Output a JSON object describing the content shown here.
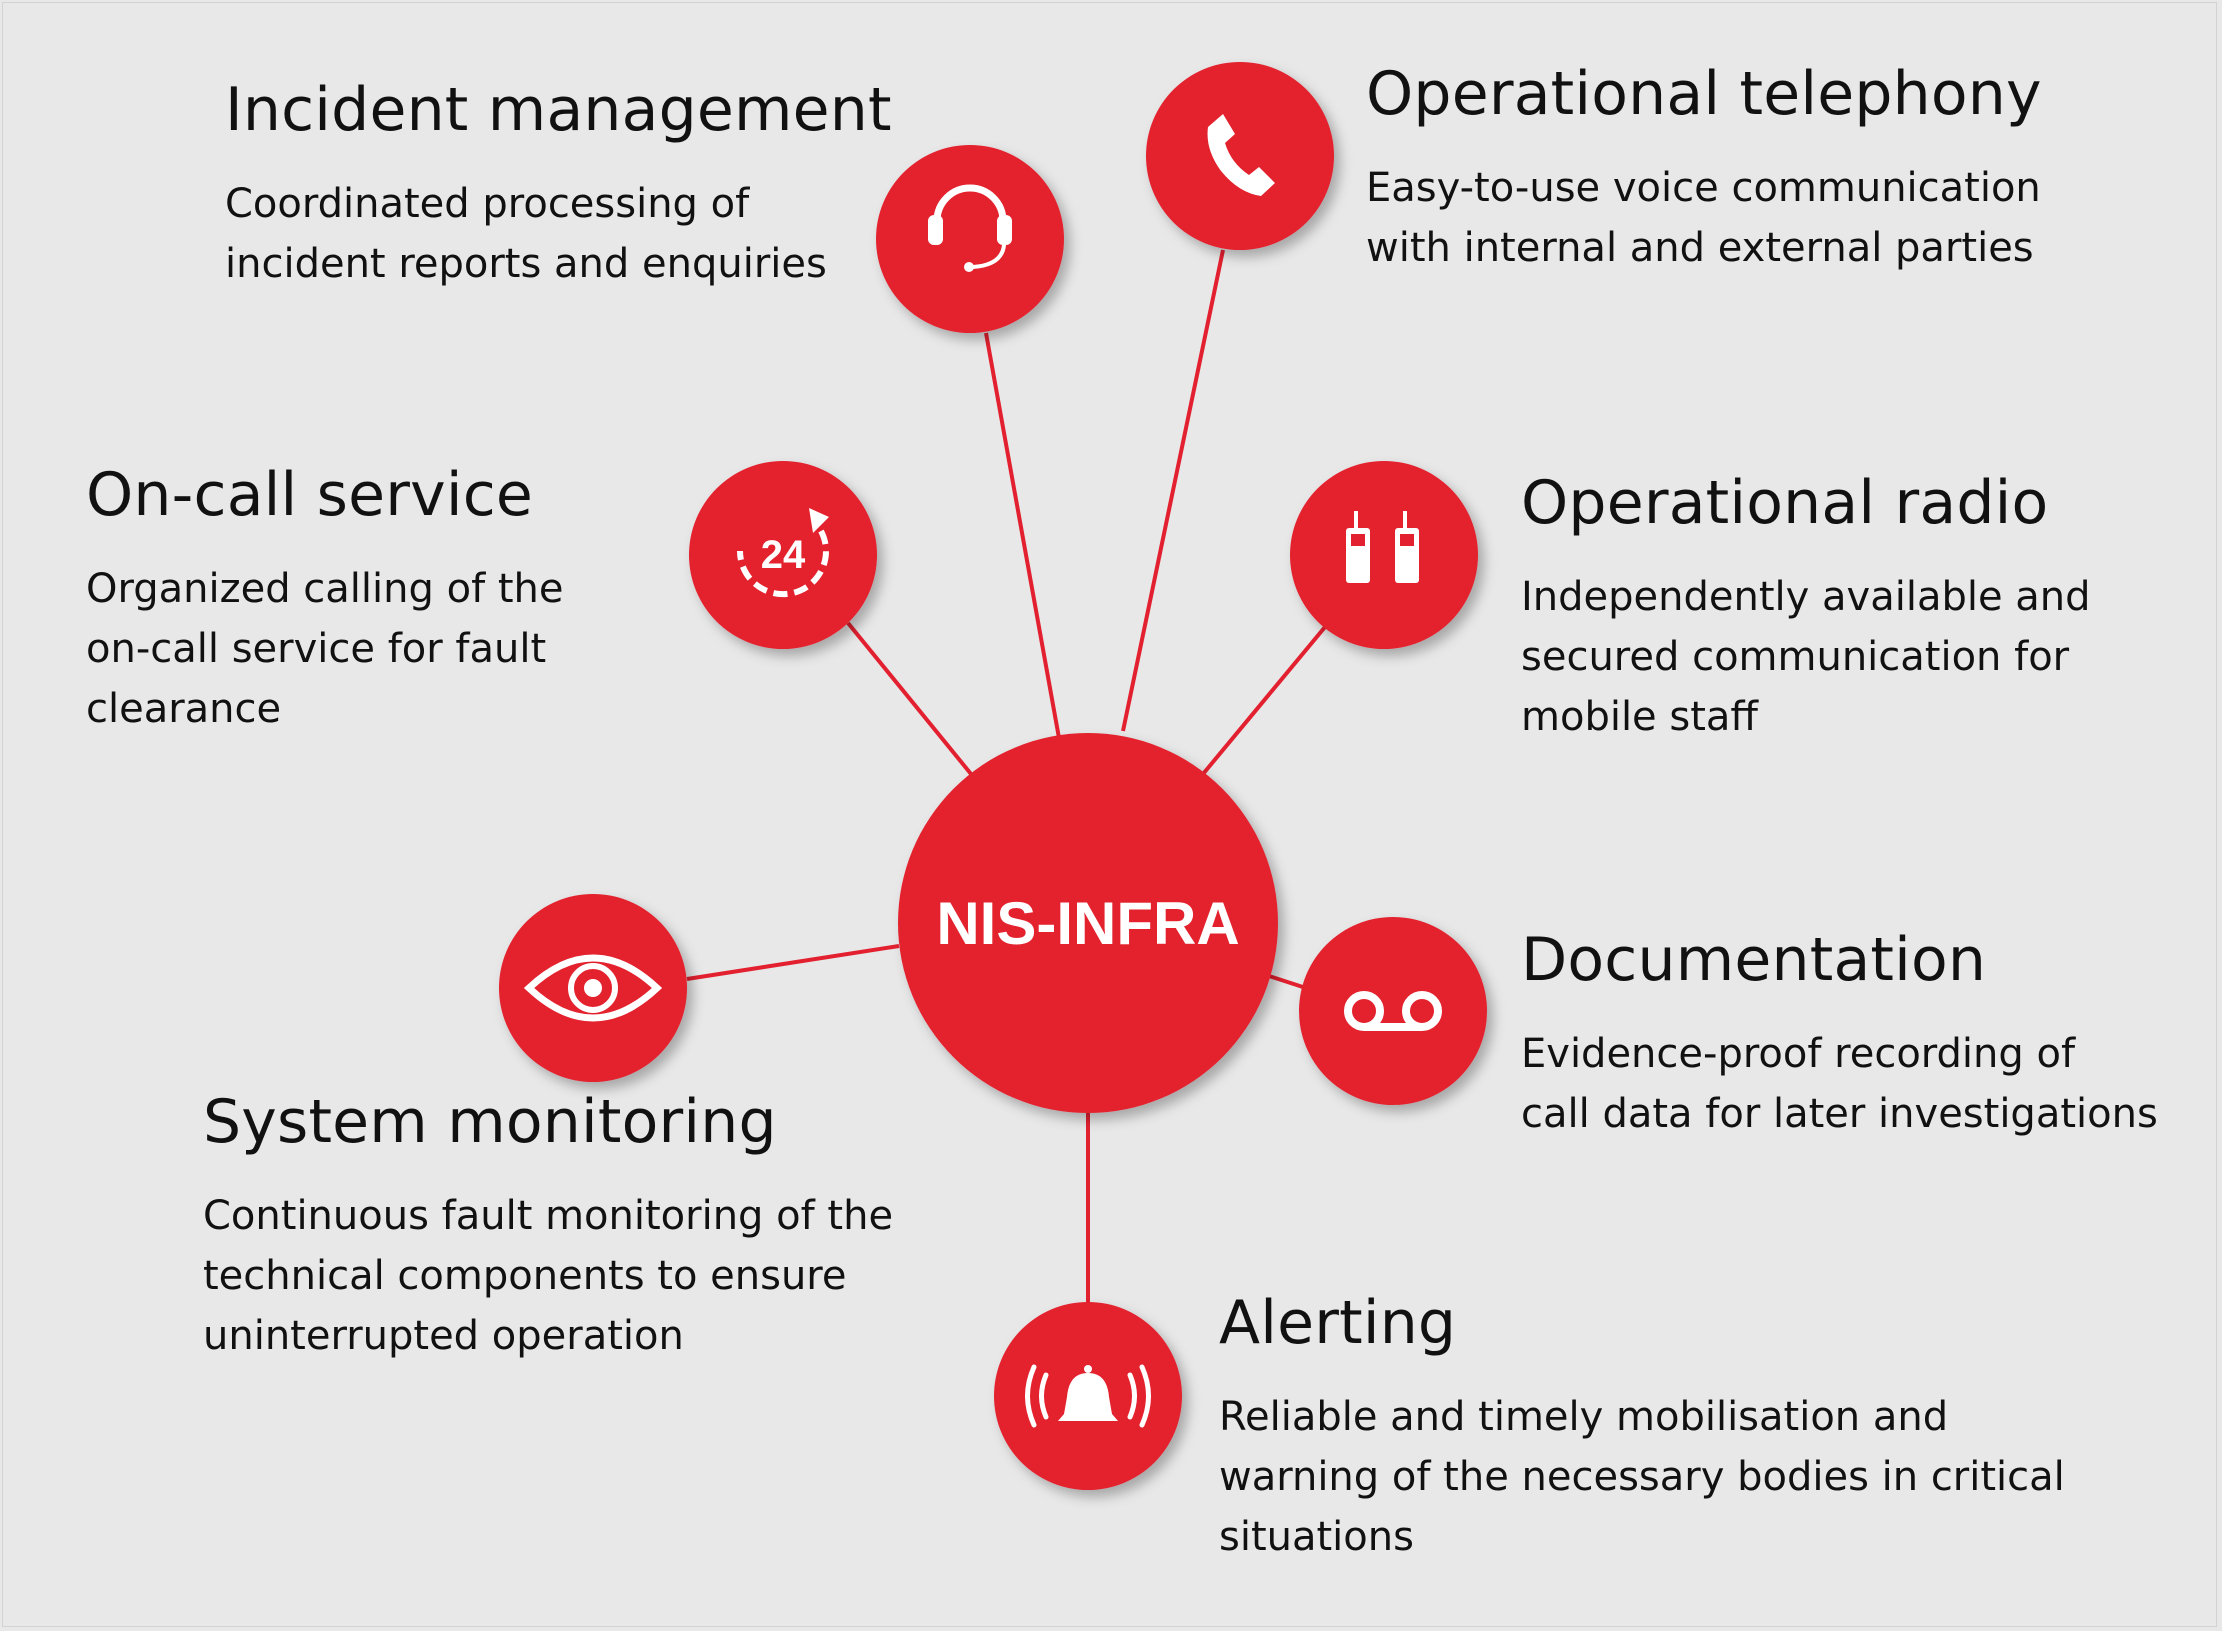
{
  "colors": {
    "background": "#e8e8e8",
    "accent": "#e3202f",
    "icon": "#ffffff",
    "text": "#111111"
  },
  "hub": {
    "label": "NIS-INFRA"
  },
  "features": [
    {
      "id": "incident-management",
      "icon": "headset-icon",
      "title": "Incident management",
      "lines": [
        "Coordinated processing of",
        "incident reports and enquiries"
      ]
    },
    {
      "id": "operational-telephony",
      "icon": "phone-icon",
      "title": "Operational telephony",
      "lines": [
        "Easy-to-use voice communication",
        "with internal and external parties"
      ]
    },
    {
      "id": "on-call-service",
      "icon": "clock-24-icon",
      "title": "On-call service",
      "lines": [
        "Organized calling of the",
        "on-call service for fault",
        "clearance"
      ]
    },
    {
      "id": "operational-radio",
      "icon": "walkie-talkie-icon",
      "title": "Operational radio",
      "lines": [
        "Independently available and",
        "secured communication for",
        "mobile staff"
      ]
    },
    {
      "id": "system-monitoring",
      "icon": "eye-icon",
      "title": "System monitoring",
      "lines": [
        "Continuous fault monitoring of the",
        "technical components to ensure",
        "uninterrupted operation"
      ]
    },
    {
      "id": "documentation",
      "icon": "voicemail-icon",
      "title": "Documentation",
      "lines": [
        "Evidence-proof recording of",
        "call data for later investigations"
      ]
    },
    {
      "id": "alerting",
      "icon": "alarm-bell-icon",
      "title": "Alerting",
      "lines": [
        "Reliable and timely mobilisation and",
        "warning of the necessary bodies in critical",
        "situations"
      ]
    }
  ]
}
